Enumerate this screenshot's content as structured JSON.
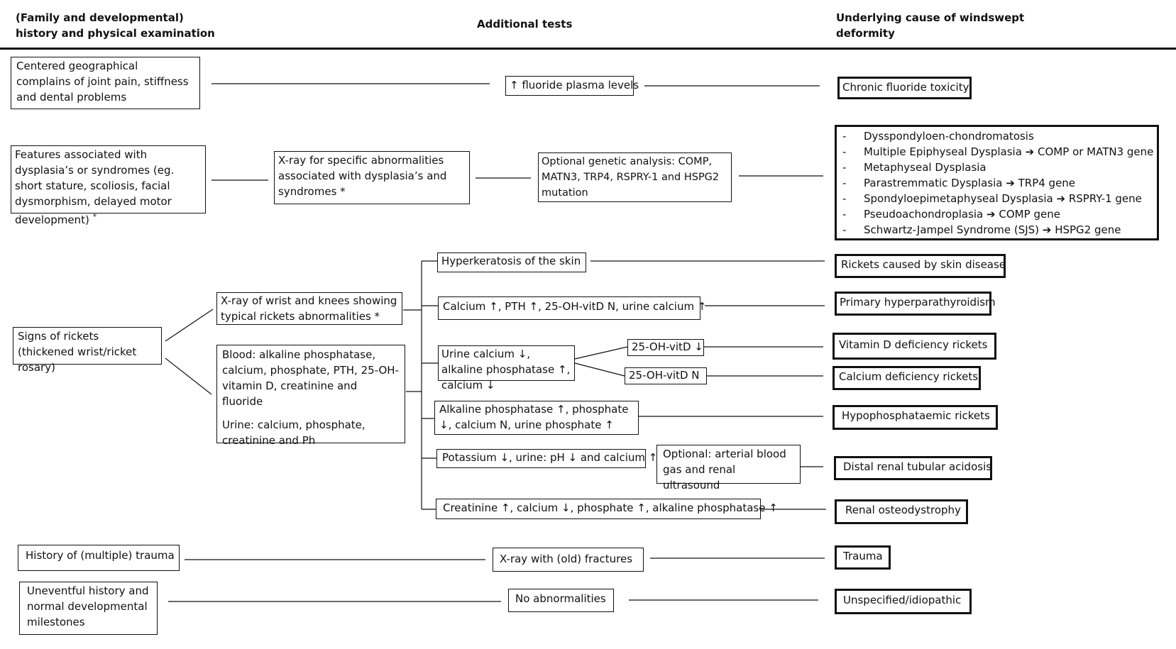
{
  "headers": {
    "history": [
      "(Family and developmental)",
      "history and physical examination"
    ],
    "tests": "Additional tests",
    "cause": [
      "Underlying cause of windswept",
      "deformity"
    ]
  },
  "rows": {
    "fluoride": {
      "history": "Centered geographical complains of joint pain, stiffness and dental problems",
      "test": "↑ fluoride plasma levels",
      "cause": "Chronic fluoride toxicity"
    },
    "dysplasia": {
      "history": "Features associated with dysplasia’s or syndromes (eg. short stature, scoliosis, facial dysmorphism, delayed motor development)",
      "history_mark": "*",
      "xray": "X-ray for specific abnormalities associated with dysplasia’s and syndromes",
      "xray_mark": "*",
      "genetic": "Optional genetic analysis: COMP, MATN3, TRP4, RSPRY-1 and HSPG2 mutation",
      "causes": [
        {
          "name": "Dysspondyloen-chondromatosis",
          "gene": ""
        },
        {
          "name": "Multiple Epiphyseal Dysplasia",
          "gene": "COMP or MATN3 gene"
        },
        {
          "name": "Metaphyseal Dysplasia",
          "gene": ""
        },
        {
          "name": "Parastremmatic Dysplasia",
          "gene": "TRP4 gene"
        },
        {
          "name": "Spondyloepimetaphyseal Dysplasia",
          "gene": "RSPRY-1 gene"
        },
        {
          "name": "Pseudoachondroplasia",
          "gene": "COMP gene"
        },
        {
          "name": "Schwartz-Jampel Syndrome (SJS)",
          "gene": "HSPG2 gene"
        }
      ],
      "bullet": "-",
      "arrow": "➔"
    },
    "rickets": {
      "history": "Signs of rickets (thickened wrist/ricket rosary)",
      "xray": "X-ray of wrist and knees showing typical rickets abnormalities *",
      "blood": "Blood: alkaline phosphatase, calcium, phosphate, PTH, 25-OH-vitamin D, creatinine and fluoride",
      "urine": "Urine: calcium, phosphate, creatinine and Ph",
      "branches": {
        "skin": {
          "test": "Hyperkeratosis of the skin",
          "cause": "Rickets caused by skin disease"
        },
        "pth": {
          "test": "Calcium ↑, PTH ↑, 25-OH-vitD N, urine calcium ↑",
          "cause": "Primary hyperparathyroidism"
        },
        "urine_ca": {
          "test": "Urine calcium ↓, alkaline phosphatase ↑, calcium ↓"
        },
        "vitd_low": {
          "test": "25-OH-vitD ↓",
          "cause": "Vitamin D deficiency rickets"
        },
        "vitd_n": {
          "test": "25-OH-vitD N",
          "cause": "Calcium deficiency rickets"
        },
        "phos": {
          "test": "Alkaline phosphatase ↑, phosphate ↓, calcium N, urine phosphate ↑",
          "cause": "Hypophosphataemic rickets"
        },
        "potassium": {
          "test": "Potassium ↓, urine: pH ↓ and calcium ↑",
          "optional": "Optional: arterial blood gas and renal ultrasound",
          "cause": "Distal renal tubular acidosis"
        },
        "creat": {
          "test": "Creatinine ↑, calcium ↓, phosphate ↑, alkaline phosphatase ↑",
          "cause": "Renal osteodystrophy"
        }
      }
    },
    "trauma": {
      "history": "History of (multiple) trauma",
      "test": "X-ray with (old) fractures",
      "cause": "Trauma"
    },
    "idiopathic": {
      "history": "Uneventful history and normal developmental milestones",
      "test": "No abnormalities",
      "cause": "Unspecified/idiopathic"
    }
  }
}
